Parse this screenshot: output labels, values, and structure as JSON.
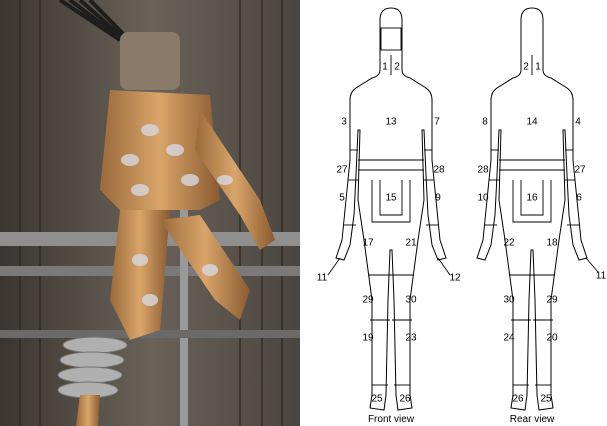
{
  "photo": {
    "subject": "mannequin-photo"
  },
  "diagram": {
    "front_caption": "Front view",
    "rear_caption": "Rear view",
    "front_zones": {
      "head_left": "1",
      "head_right": "2",
      "chest": "13",
      "upper_arm_r": "3",
      "upper_arm_l": "7",
      "elbow_r": "27",
      "elbow_l": "28",
      "forearm_r": "5",
      "forearm_l": "9",
      "pelvis": "15",
      "thigh_r": "17",
      "thigh_l": "21",
      "knee_r": "29",
      "knee_l": "30",
      "shin_r": "19",
      "shin_l": "23",
      "foot_r": "25",
      "foot_l": "26",
      "hand_r": "11",
      "hand_l": "12"
    },
    "rear_zones": {
      "head_left": "2",
      "head_right": "1",
      "back": "14",
      "upper_arm_l": "8",
      "upper_arm_r": "4",
      "elbow_l": "28",
      "elbow_r": "27",
      "forearm_l": "10",
      "forearm_r": "6",
      "pelvis": "16",
      "thigh_l": "22",
      "thigh_r": "18",
      "knee_l": "30",
      "knee_r": "29",
      "shin_l": "24",
      "shin_r": "20",
      "foot_l": "26",
      "foot_r": "25",
      "hand_r": "11"
    }
  }
}
